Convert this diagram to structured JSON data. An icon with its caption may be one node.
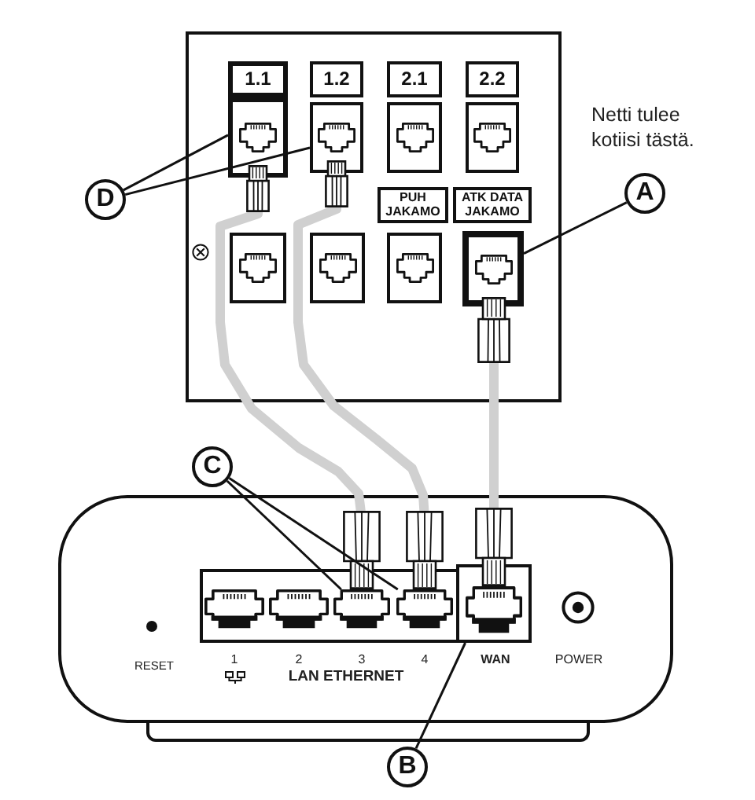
{
  "diagram": {
    "nodes": [
      {
        "text": [],
        "shape": "box"
      },
      {
        "text": [
          "1.1"
        ],
        "in": 0
      },
      {
        "text": [
          "1.2"
        ],
        "in": 0
      },
      {
        "text": [
          "2.1"
        ],
        "in": 0
      },
      {
        "text": [
          "2.2"
        ],
        "in": 0
      },
      {
        "text": [],
        "shape": "box",
        "in": 0
      },
      {
        "text": [],
        "shape": "box",
        "in": 0
      },
      {
        "text": [],
        "shape": "box",
        "in": 0
      },
      {
        "text": [],
        "shape": "box",
        "in": 0
      },
      {
        "text": [
          "PUH JAKAMO"
        ],
        "in": 0
      },
      {
        "text": [
          "ATK DATA JAKAMO"
        ],
        "in": 0
      },
      {
        "text": [],
        "shape": "box",
        "in": 0
      },
      {
        "text": [],
        "shape": "box",
        "in": 0
      },
      {
        "text": [],
        "shape": "box",
        "in": 0
      },
      {
        "text": [],
        "shape": "box",
        "in": 0
      },
      {
        "text": [
          "A"
        ],
        "beside": [
          "Netti tulee kotiisi tästä."
        ]
      },
      {
        "text": [
          "D"
        ]
      },
      {
        "text": [
          "C"
        ]
      },
      {
        "text": [
          "RESET",
          "1",
          "2",
          "3",
          "4",
          "LAN ETHERNET",
          "WAN",
          "POWER"
        ]
      },
      {
        "text": [],
        "shape": "box",
        "in": 18
      },
      {
        "text": [],
        "shape": "socket",
        "in": 19
      },
      {
        "text": [],
        "shape": "socket",
        "in": 19
      },
      {
        "text": [],
        "shape": "socket",
        "in": 19
      },
      {
        "text": [],
        "shape": "socket",
        "in": 19
      },
      {
        "text": [],
        "shape": "box",
        "in": 18
      },
      {
        "text": [],
        "shape": "socket",
        "in": 24
      },
      {
        "text": [
          "B"
        ]
      }
    ],
    "edges": [
      {
        "from": 16,
        "to": 5,
        "arrow": "none"
      },
      {
        "from": 16,
        "to": 6,
        "arrow": "none"
      },
      {
        "from": 15,
        "to": 14,
        "arrow": "none"
      },
      {
        "from": 5,
        "to": 22,
        "arrow": "other",
        "style": "thick",
        "color": "#d0d0d0"
      },
      {
        "from": 6,
        "to": 23,
        "arrow": "other",
        "style": "thick",
        "color": "#d0d0d0"
      },
      {
        "from": 14,
        "to": 25,
        "arrow": "other",
        "style": "thick",
        "color": "#d0d0d0"
      },
      {
        "from": 17,
        "to": 22,
        "arrow": "none"
      },
      {
        "from": 17,
        "to": 23,
        "arrow": "none"
      },
      {
        "from": 26,
        "to": 24,
        "arrow": "none"
      }
    ]
  }
}
